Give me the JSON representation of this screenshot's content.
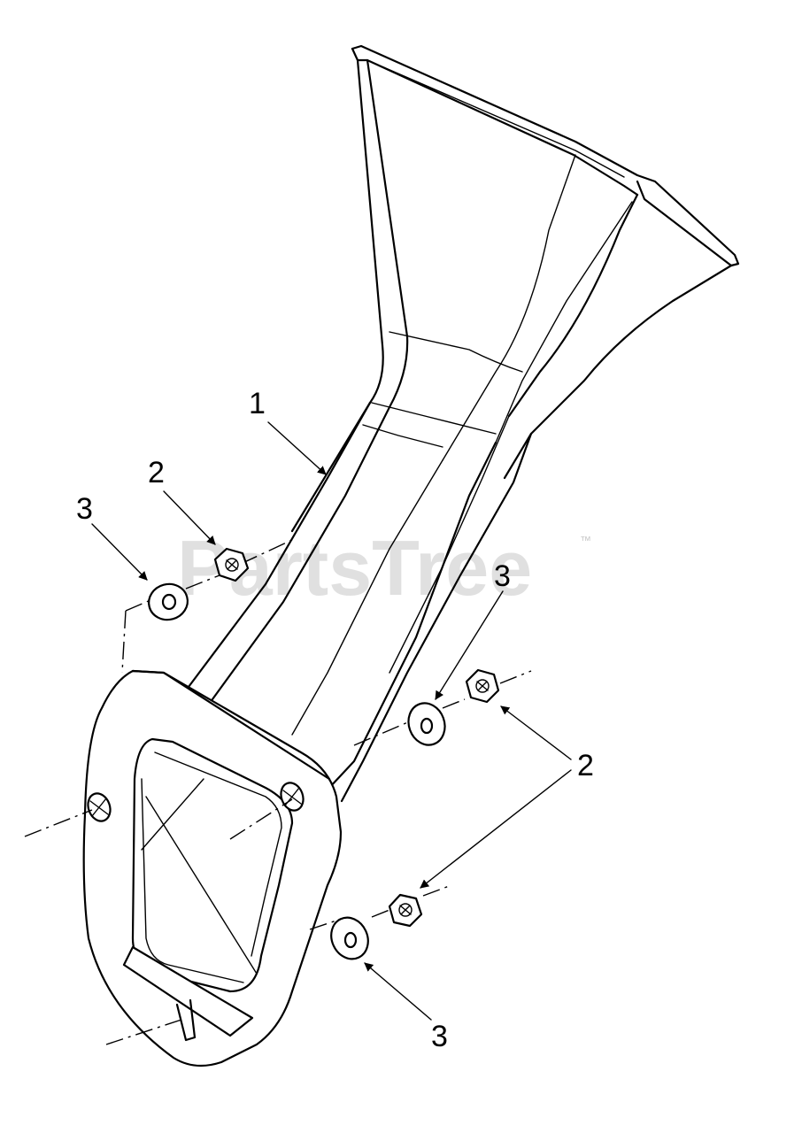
{
  "watermark": {
    "brand": "PartsTree",
    "trademark": "™"
  },
  "callouts": [
    {
      "id": "c1",
      "label": "1",
      "part": "chute"
    },
    {
      "id": "c2a",
      "label": "2",
      "part": "nut"
    },
    {
      "id": "c3a",
      "label": "3",
      "part": "washer"
    },
    {
      "id": "c3b",
      "label": "3",
      "part": "washer"
    },
    {
      "id": "c2b",
      "label": "2",
      "part": "nut"
    },
    {
      "id": "c3c",
      "label": "3",
      "part": "washer"
    }
  ]
}
